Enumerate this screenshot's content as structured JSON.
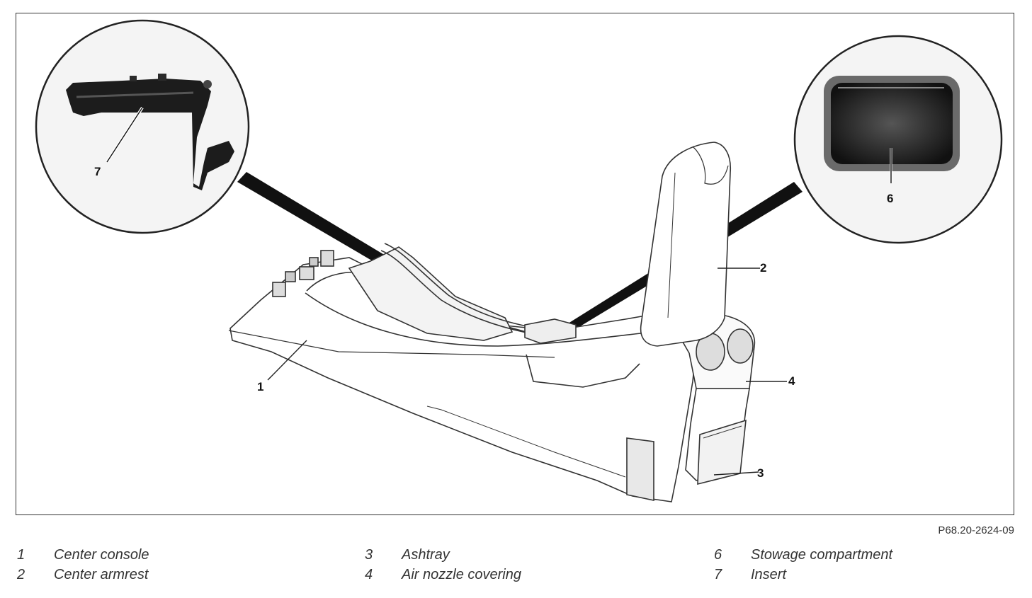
{
  "figure": {
    "reference_code": "P68.20-2624-09",
    "callouts": [
      {
        "number": "1"
      },
      {
        "number": "2"
      },
      {
        "number": "3"
      },
      {
        "number": "4"
      },
      {
        "number": "6"
      },
      {
        "number": "7"
      }
    ]
  },
  "legend": [
    {
      "number": "1",
      "label": "Center console"
    },
    {
      "number": "2",
      "label": "Center armrest"
    },
    {
      "number": "3",
      "label": "Ashtray"
    },
    {
      "number": "4",
      "label": "Air nozzle covering"
    },
    {
      "number": "6",
      "label": "Stowage compartment"
    },
    {
      "number": "7",
      "label": "Insert"
    }
  ]
}
